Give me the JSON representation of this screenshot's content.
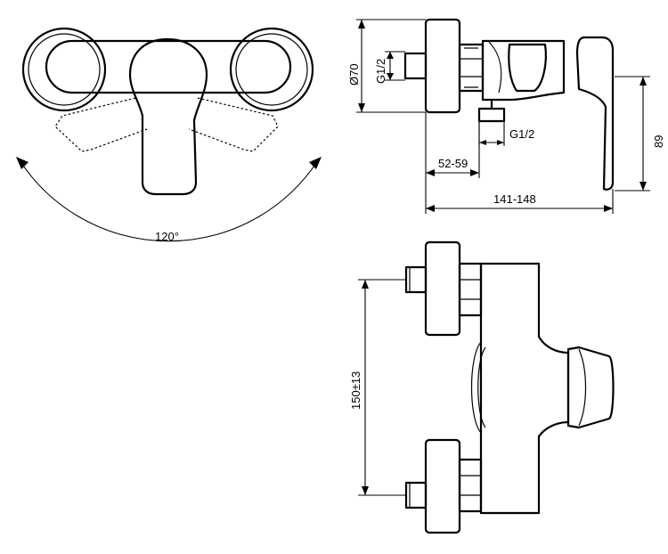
{
  "labels": {
    "angle": "120°",
    "diameter": "Ø70",
    "thread_inlet": "G1/2",
    "thread_outlet": "G1/2",
    "depth_min_max": "52-59",
    "total_length": "141-148",
    "handle_height": "89",
    "center_distance": "150±13"
  },
  "colors": {
    "line": "#000000",
    "background": "#ffffff"
  }
}
